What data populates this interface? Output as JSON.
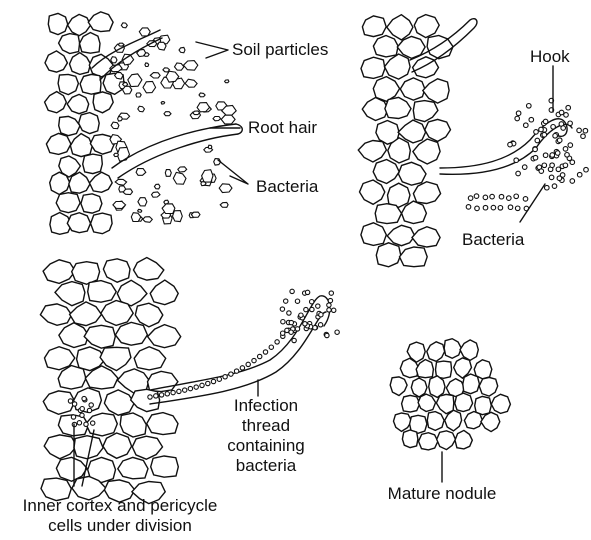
{
  "labels": {
    "soil_particles": "Soil particles",
    "root_hair": "Root hair",
    "bacteria_1": "Bacteria",
    "hook": "Hook",
    "bacteria_2": "Bacteria",
    "infection_line1": "Infection",
    "infection_line2": "thread",
    "infection_line3": "containing",
    "infection_line4": "bacteria",
    "inner_cortex_line1": "Inner cortex and pericycle",
    "inner_cortex_line2": "cells under division",
    "mature_nodule": "Mature nodule"
  }
}
